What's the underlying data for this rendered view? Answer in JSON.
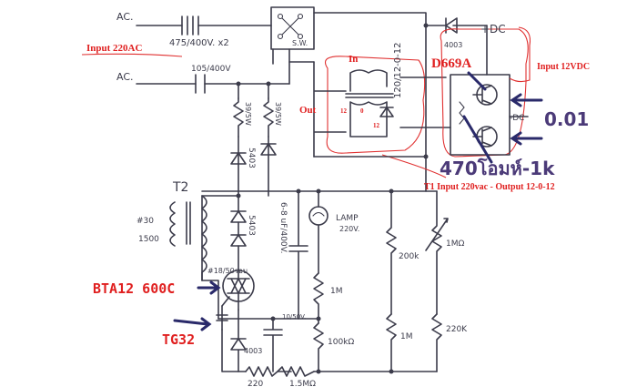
{
  "labels": {
    "ac_top": "AC.",
    "ac_mid": "AC.",
    "cap_top": "475/400V. x2",
    "sw": "S.W.",
    "diode_top": "4003",
    "plus_dc": "+DC",
    "input_220": "Input 220AC",
    "cap_105": "105/400V",
    "in": "In",
    "out": "Out",
    "d669a": "D669A",
    "input_12": "Input 12VDC",
    "t1_voltage": "120/12-0-12",
    "tap_12a": "12",
    "tap_0": "0",
    "tap_12b": "12",
    "minus_dc": "-DC",
    "val_001": "0.01",
    "res_39a": "39/5W",
    "res_39b": "39/5W",
    "diode_5403a": "5403",
    "diode_5403b": "5403",
    "ohm470": "470โอมห์-1k",
    "t1_note": "T1 Input 220vac - Output 12-0-12",
    "t2": "T2",
    "wind_30": "#30",
    "wind_1500": "1500",
    "wind_18": "#18/50รอบ",
    "cap_6": "6-8 uF/400V.",
    "lamp": "LAMP",
    "lamp_v": "220V.",
    "r200k": "200k",
    "r1m_pot": "1MΩ",
    "bta": "BTA12 600C",
    "r1m_a": "1M",
    "r1m_b": "1M",
    "r220k": "220K",
    "tg32": "TG32",
    "cap_10": "10/50V.",
    "r100k": "100kΩ",
    "diode_bottom": "4003",
    "r220": "220",
    "r15m": "1.5MΩ"
  }
}
